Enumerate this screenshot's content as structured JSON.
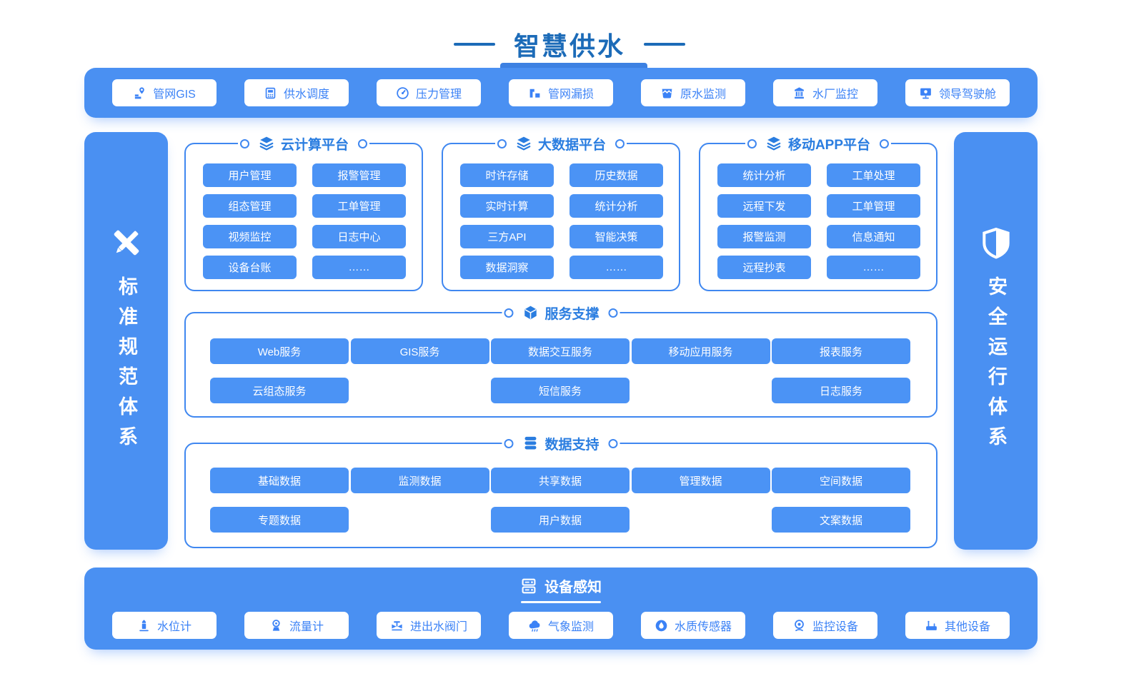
{
  "page": {
    "title": "智慧供水"
  },
  "colors": {
    "band_blue": "#4a90f2",
    "button_blue": "#4b93f5",
    "outline_blue": "#3f87f0",
    "header_text_blue": "#2a7de0",
    "button_text_blue": "#3b82f6",
    "title_blue": "#1c6bb8",
    "white": "#ffffff"
  },
  "top_bar": {
    "items": [
      {
        "label": "管网GIS",
        "icon": "map-pin-icon"
      },
      {
        "label": "供水调度",
        "icon": "plc-icon"
      },
      {
        "label": "压力管理",
        "icon": "gauge-icon"
      },
      {
        "label": "管网漏损",
        "icon": "pipe-leak-icon"
      },
      {
        "label": "原水监测",
        "icon": "water-tank-icon"
      },
      {
        "label": "水厂监控",
        "icon": "water-plant-icon"
      },
      {
        "label": "领导驾驶舱",
        "icon": "dashboard-screen-icon"
      }
    ]
  },
  "left_sidebar": {
    "label": "标准规范体系",
    "icon": "ruler-pencil-icon"
  },
  "right_sidebar": {
    "label": "安全运行体系",
    "icon": "shield-icon"
  },
  "platforms": [
    {
      "title": "云计算平台",
      "icon": "layers-icon",
      "items": [
        "用户管理",
        "报警管理",
        "组态管理",
        "工单管理",
        "视频监控",
        "日志中心",
        "设备台账",
        "……"
      ]
    },
    {
      "title": "大数据平台",
      "icon": "layers-icon",
      "items": [
        "时许存储",
        "历史数据",
        "实时计算",
        "统计分析",
        "三方API",
        "智能决策",
        "数据洞察",
        "……"
      ]
    },
    {
      "title": "移动APP平台",
      "icon": "layers-icon",
      "items": [
        "统计分析",
        "工单处理",
        "远程下发",
        "工单管理",
        "报警监测",
        "信息通知",
        "远程抄表",
        "……"
      ]
    }
  ],
  "service": {
    "title": "服务支撑",
    "icon": "cube-icon",
    "items": [
      "Web服务",
      "GIS服务",
      "数据交互服务",
      "移动应用服务",
      "报表服务",
      "云组态服务",
      "短信服务",
      "日志服务"
    ]
  },
  "data_support": {
    "title": "数据支持",
    "icon": "database-icon",
    "items": [
      "基础数据",
      "监测数据",
      "共享数据",
      "管理数据",
      "空间数据",
      "专题数据",
      "用户数据",
      "文案数据"
    ]
  },
  "bottom_bar": {
    "title": "设备感知",
    "icon": "server-icon",
    "items": [
      {
        "label": "水位计",
        "icon": "water-level-icon"
      },
      {
        "label": "流量计",
        "icon": "flow-meter-icon"
      },
      {
        "label": "进出水阀门",
        "icon": "valve-icon"
      },
      {
        "label": "气象监测",
        "icon": "weather-icon"
      },
      {
        "label": "水质传感器",
        "icon": "water-quality-icon"
      },
      {
        "label": "监控设备",
        "icon": "camera-icon"
      },
      {
        "label": "其他设备",
        "icon": "other-device-icon"
      }
    ]
  }
}
